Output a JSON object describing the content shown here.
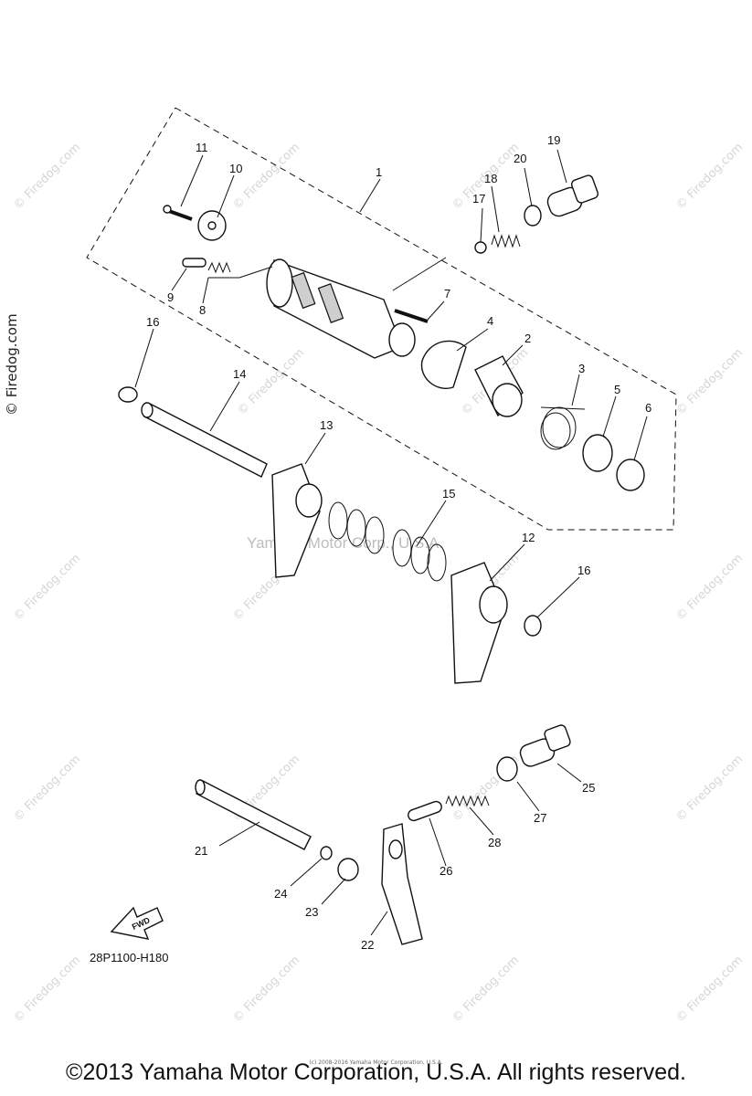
{
  "watermark_text": "© Firedog.com",
  "center_watermark": "Yamaha Motor Corp., U.S.A.",
  "diagram_code": "28P1100-H180",
  "fwd_label": "FWD",
  "tiny_note": "(c) 2008-2016 Yamaha Motor Corporation, U.S.A.",
  "footer": "©2013 Yamaha Motor Corporation, U.S.A. All rights reserved.",
  "callouts": [
    "1",
    "2",
    "3",
    "4",
    "5",
    "6",
    "7",
    "8",
    "9",
    "10",
    "11",
    "12",
    "13",
    "14",
    "15",
    "16",
    "16",
    "17",
    "18",
    "19",
    "20",
    "21",
    "22",
    "23",
    "24",
    "25",
    "26",
    "27",
    "28"
  ]
}
